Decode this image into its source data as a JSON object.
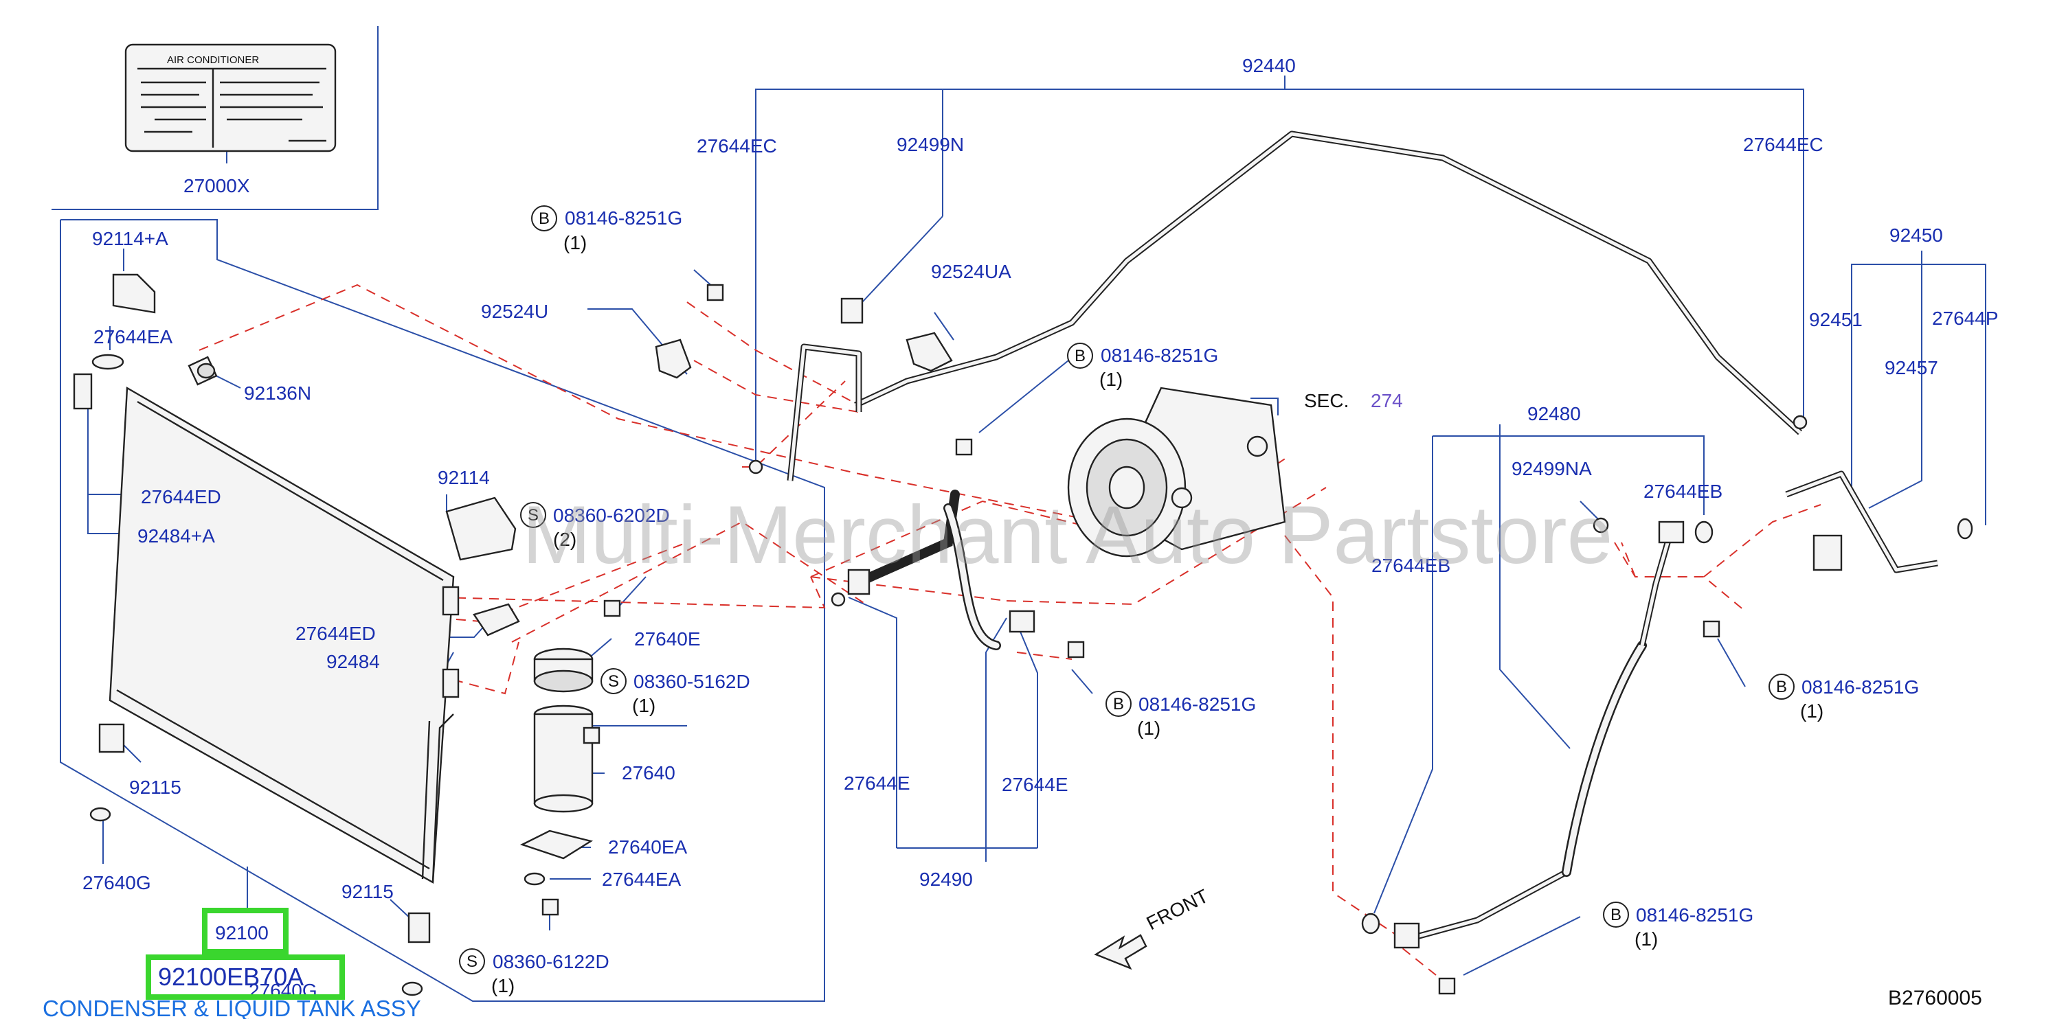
{
  "diagram": {
    "watermark": "Multi-Merchant Auto Partstore",
    "figure_code": "B2760005",
    "sticker_title": "AIR CONDITIONER",
    "highlight": {
      "part_number": "92100",
      "oem_code": "92100EB70A",
      "description": "CONDENSER & LIQUID TANK ASSY"
    },
    "section_ref": {
      "prefix": "SEC.",
      "number": "274"
    },
    "front_label": "FRONT",
    "circle_b": "B",
    "circle_s": "S",
    "qty_1": "(1)",
    "qty_2": "(2)",
    "parts": {
      "p27000X": "27000X",
      "p92440": "92440",
      "p27644EC_left": "27644EC",
      "p27644EC_right": "27644EC",
      "p92499N": "92499N",
      "p92114A": "92114+A",
      "p27644EA_top": "27644EA",
      "p92136N": "92136N",
      "p27644ED_top": "27644ED",
      "p92484A": "92484+A",
      "p92524U": "92524U",
      "p92524UA": "92524UA",
      "p92114": "92114",
      "p27644ED_mid": "27644ED",
      "p92484": "92484",
      "p27640E": "27640E",
      "p27640": "27640",
      "p27640EA": "27640EA",
      "p27644EA_bottom": "27644EA",
      "p92115_left": "92115",
      "p92115_right": "92115",
      "p27640G_left": "27640G",
      "p27640G_bottom": "27640G",
      "p27644E_left": "27644E",
      "p27644E_right": "27644E",
      "p92490": "92490",
      "p92450": "92450",
      "p92451": "92451",
      "p27644P": "27644P",
      "p92457": "92457",
      "p92480": "92480",
      "p92499NA": "92499NA",
      "p27644EB_right": "27644EB",
      "p27644EB_left": "27644EB"
    },
    "bolts": {
      "b1": "08146-8251G",
      "b2": "08146-8251G",
      "b3": "08146-8251G",
      "b4": "08146-8251G",
      "b5": "08146-8251G",
      "s1": "08360-6202D",
      "s2": "08360-5162D",
      "s3": "08360-6122D"
    }
  }
}
